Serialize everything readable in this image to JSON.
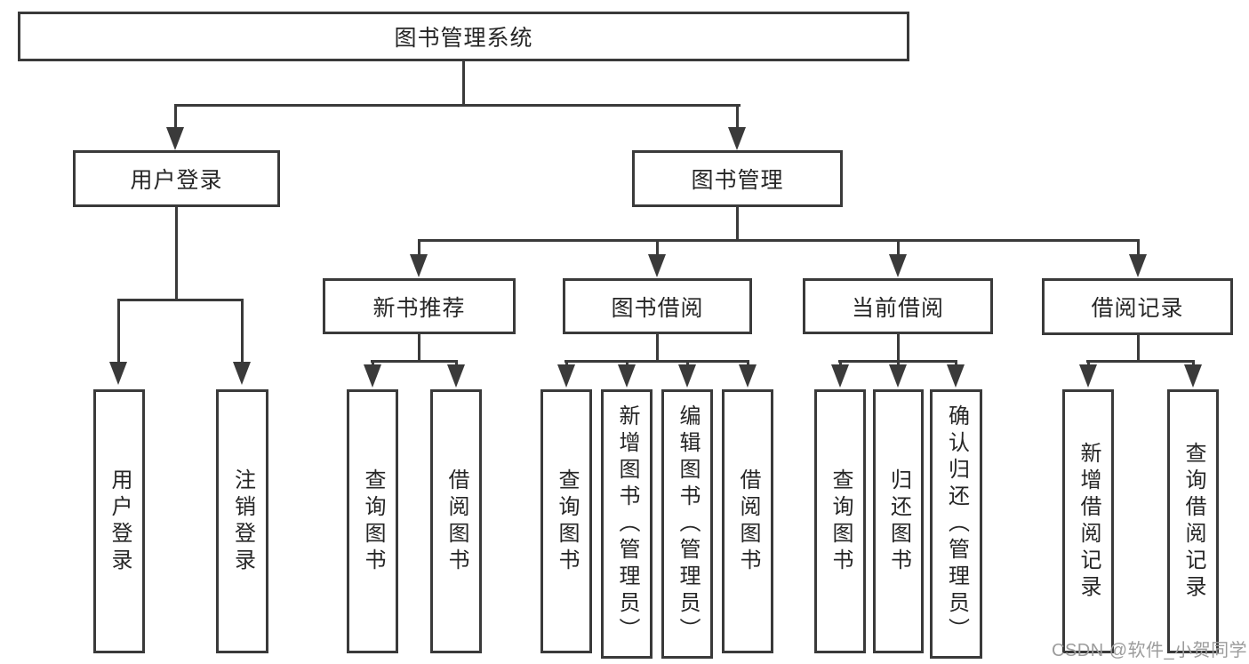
{
  "tree": {
    "label": "图书管理系统",
    "children": [
      {
        "label": "用户登录",
        "children": [
          {
            "label": "用户登录"
          },
          {
            "label": "注销登录"
          }
        ]
      },
      {
        "label": "图书管理",
        "children": [
          {
            "label": "新书推荐",
            "children": [
              {
                "label": "查询图书"
              },
              {
                "label": "借阅图书"
              }
            ]
          },
          {
            "label": "图书借阅",
            "children": [
              {
                "label": "查询图书"
              },
              {
                "label": "新增图书（管理员）"
              },
              {
                "label": "编辑图书（管理员）"
              },
              {
                "label": "借阅图书"
              }
            ]
          },
          {
            "label": "当前借阅",
            "children": [
              {
                "label": "查询图书"
              },
              {
                "label": "归还图书"
              },
              {
                "label": "确认归还（管理员）"
              }
            ]
          },
          {
            "label": "借阅记录",
            "children": [
              {
                "label": "新增借阅记录"
              },
              {
                "label": "查询借阅记录"
              }
            ]
          }
        ]
      }
    ]
  },
  "watermark": {
    "text": "CSDN @软件_小贺同学"
  },
  "colors": {
    "line": "#3a3a3a",
    "text": "#262626",
    "watermark": "#9c9c9c",
    "background": "#ffffff"
  }
}
